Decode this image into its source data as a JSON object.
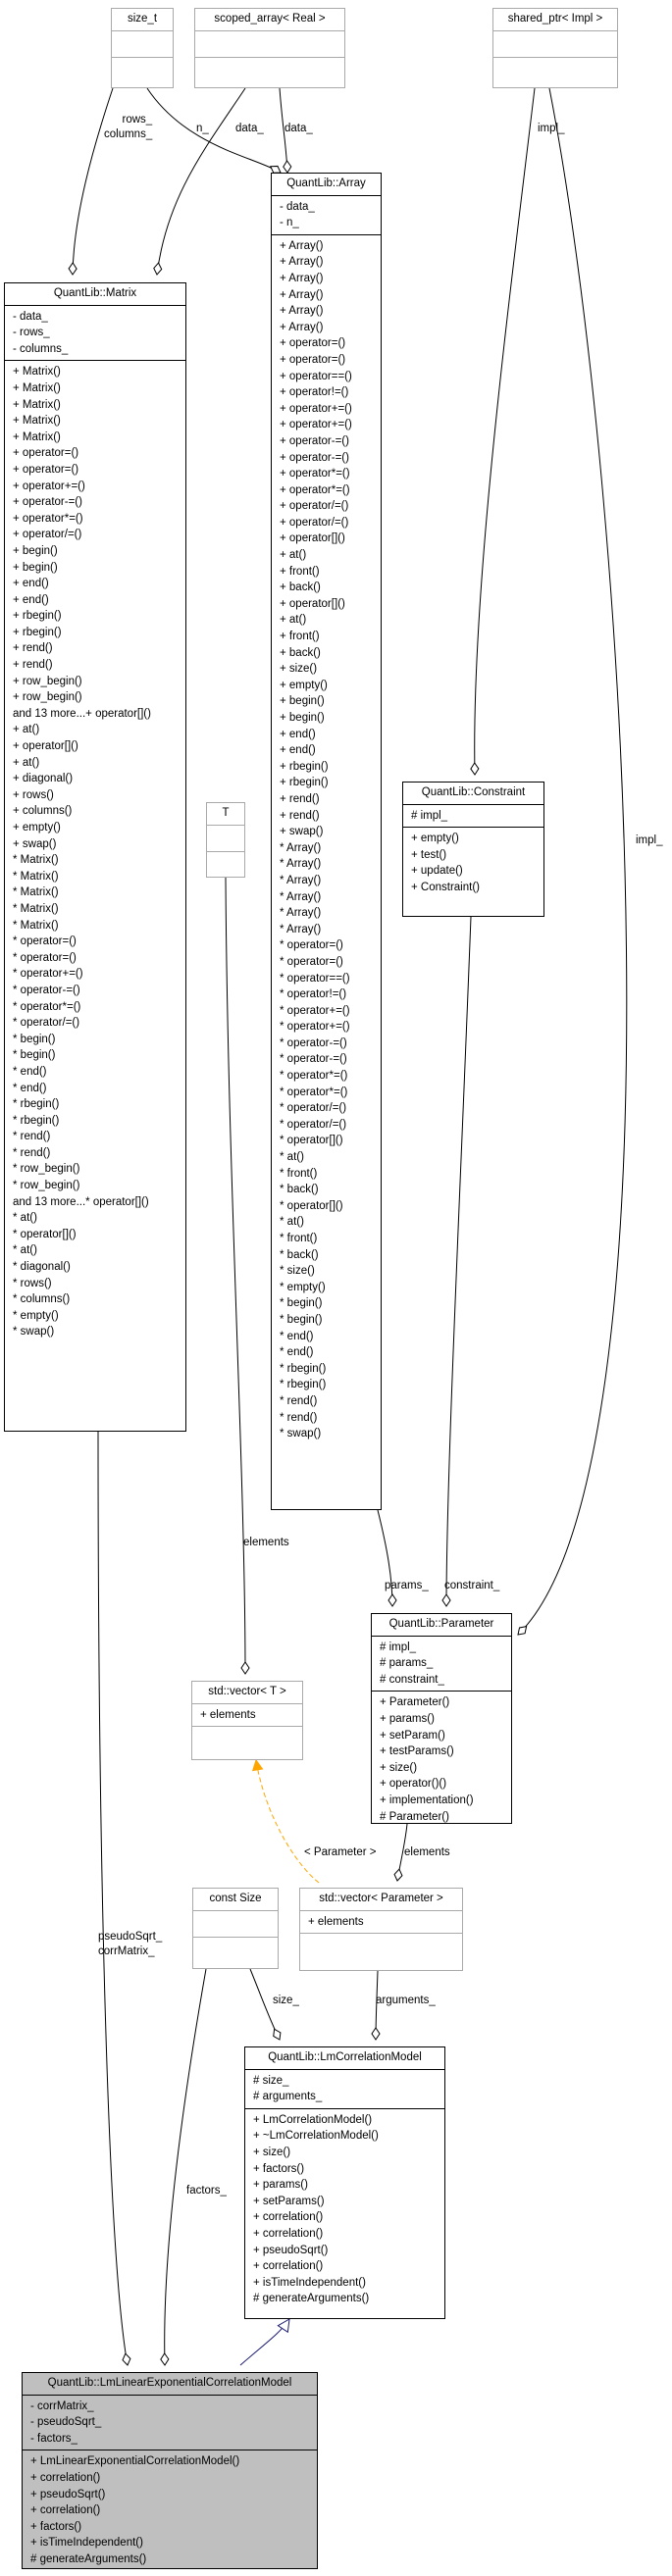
{
  "boxes": {
    "size_t": {
      "title": "size_t"
    },
    "scoped_array": {
      "title": "scoped_array< Real >"
    },
    "shared_ptr": {
      "title": "shared_ptr< Impl >"
    },
    "array": {
      "title": "QuantLib::Array",
      "attributes": [
        "- data_",
        "- n_"
      ],
      "methods": [
        "+ Array()",
        "+ Array()",
        "+ Array()",
        "+ Array()",
        "+ Array()",
        "+ Array()",
        "+ operator=()",
        "+ operator=()",
        "+ operator==()",
        "+ operator!=()",
        "+ operator+=()",
        "+ operator+=()",
        "+ operator-=()",
        "+ operator-=()",
        "+ operator*=()",
        "+ operator*=()",
        "+ operator/=()",
        "+ operator/=()",
        "+ operator[]()",
        "+ at()",
        "+ front()",
        "+ back()",
        "+ operator[]()",
        "+ at()",
        "+ front()",
        "+ back()",
        "+ size()",
        "+ empty()",
        "+ begin()",
        "+ begin()",
        "+ end()",
        "+ end()",
        "+ rbegin()",
        "+ rbegin()",
        "+ rend()",
        "+ rend()",
        "+ swap()",
        "* Array()",
        "* Array()",
        "* Array()",
        "* Array()",
        "* Array()",
        "* Array()",
        "* operator=()",
        "* operator=()",
        "* operator==()",
        "* operator!=()",
        "* operator+=()",
        "* operator+=()",
        "* operator-=()",
        "* operator-=()",
        "* operator*=()",
        "* operator*=()",
        "* operator/=()",
        "* operator/=()",
        "* operator[]()",
        "* at()",
        "* front()",
        "* back()",
        "* operator[]()",
        "* at()",
        "* front()",
        "* back()",
        "* size()",
        "* empty()",
        "* begin()",
        "* begin()",
        "* end()",
        "* end()",
        "* rbegin()",
        "* rbegin()",
        "* rend()",
        "* rend()",
        "* swap()"
      ]
    },
    "matrix": {
      "title": "QuantLib::Matrix",
      "attributes": [
        "- data_",
        "- rows_",
        "- columns_"
      ],
      "methods": [
        "+ Matrix()",
        "+ Matrix()",
        "+ Matrix()",
        "+ Matrix()",
        "+ Matrix()",
        "+ operator=()",
        "+ operator=()",
        "+ operator+=()",
        "+ operator-=()",
        "+ operator*=()",
        "+ operator/=()",
        "+ begin()",
        "+ begin()",
        "+ end()",
        "+ end()",
        "+ rbegin()",
        "+ rbegin()",
        "+ rend()",
        "+ rend()",
        "+ row_begin()",
        "+ row_begin()",
        "and 13 more...+ operator[]()",
        "+ at()",
        "+ operator[]()",
        "+ at()",
        "+ diagonal()",
        "+ rows()",
        "+ columns()",
        "+ empty()",
        "+ swap()",
        "* Matrix()",
        "* Matrix()",
        "* Matrix()",
        "* Matrix()",
        "* Matrix()",
        "* operator=()",
        "* operator=()",
        "* operator+=()",
        "* operator-=()",
        "* operator*=()",
        "* operator/=()",
        "* begin()",
        "* begin()",
        "* end()",
        "* end()",
        "* rbegin()",
        "* rbegin()",
        "* rend()",
        "* rend()",
        "* row_begin()",
        "* row_begin()",
        "and 13 more...* operator[]()",
        "* at()",
        "* operator[]()",
        "* at()",
        "* diagonal()",
        "* rows()",
        "* columns()",
        "* empty()",
        "* swap()"
      ]
    },
    "constraint": {
      "title": "QuantLib::Constraint",
      "attributes": [
        "# impl_"
      ],
      "methods": [
        "+ empty()",
        "+ test()",
        "+ update()",
        "+ Constraint()"
      ]
    },
    "t": {
      "title": "T"
    },
    "parameter": {
      "title": "QuantLib::Parameter",
      "attributes": [
        "# impl_",
        "# params_",
        "# constraint_"
      ],
      "methods": [
        "+ Parameter()",
        "+ params()",
        "+ setParam()",
        "+ testParams()",
        "+ size()",
        "+ operator()()",
        "+ implementation()",
        "# Parameter()"
      ]
    },
    "vector_t": {
      "title": "std::vector< T >",
      "attributes": [
        "+ elements"
      ]
    },
    "const_size": {
      "title": "const Size"
    },
    "vector_param": {
      "title": "std::vector< Parameter >",
      "attributes": [
        "+ elements"
      ]
    },
    "lm_model": {
      "title": "QuantLib::LmCorrelationModel",
      "attributes": [
        "# size_",
        "# arguments_"
      ],
      "methods": [
        "+ LmCorrelationModel()",
        "+ ~LmCorrelationModel()",
        "+ size()",
        "+ factors()",
        "+ params()",
        "+ setParams()",
        "+ correlation()",
        "+ correlation()",
        "+ pseudoSqrt()",
        "+ correlation()",
        "+ isTimeIndependent()",
        "# generateArguments()"
      ]
    },
    "lm_linear": {
      "title": "QuantLib::LmLinearExponentialCorrelationModel",
      "attributes": [
        "- corrMatrix_",
        "- pseudoSqrt_",
        "- factors_"
      ],
      "methods": [
        "+ LmLinearExponentialCorrelationModel()",
        "+ correlation()",
        "+ pseudoSqrt()",
        "+ correlation()",
        "+ factors()",
        "+ isTimeIndependent()",
        "# generateArguments()"
      ]
    }
  },
  "edge_labels": {
    "rows_columns": "rows_\ncolumns_",
    "n": "n_",
    "data_left": "data_",
    "data_right": "data_",
    "impl_top": "impl_",
    "impl_right": "impl_",
    "elements": "elements",
    "params": "params_",
    "constraint": "constraint_",
    "parameter_tmpl": "< Parameter >",
    "elements2": "elements",
    "pseudo_corr": "pseudoSqrt_\ncorrMatrix_",
    "size": "size_",
    "arguments": "arguments_",
    "factors": "factors_"
  },
  "colors": {
    "template_edge": "#ffa500",
    "inherit_edge": "#191970",
    "highlight": "#bfbfbf",
    "grey_border": "#a9a9a9"
  }
}
